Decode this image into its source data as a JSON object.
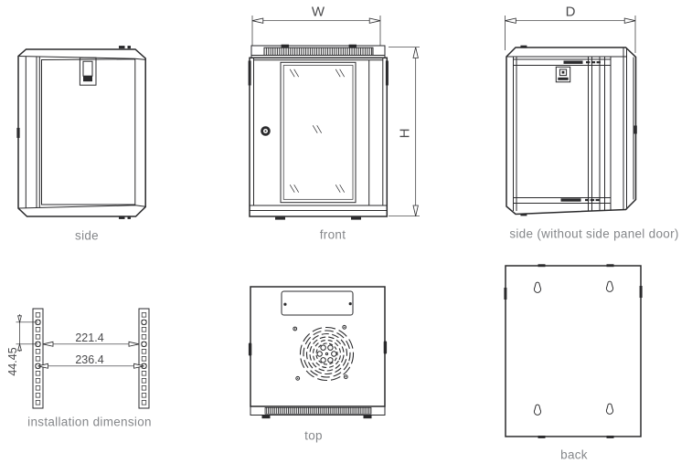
{
  "drawing": {
    "line_color": "#2a2a2c",
    "label_color": "#85878a",
    "dim_color": "#4a4a4c"
  },
  "views": {
    "side": {
      "label": "side"
    },
    "front": {
      "label": "front",
      "dim_width": "W",
      "dim_height": "H"
    },
    "side_open": {
      "label": "side (without side panel door)",
      "dim_depth": "D"
    },
    "installation": {
      "label": "installation dimension",
      "dim_rail_inner": "221.4",
      "dim_rail_outer": "236.4",
      "dim_hole_pitch": "44.45"
    },
    "top": {
      "label": "top"
    },
    "back": {
      "label": "back"
    }
  }
}
